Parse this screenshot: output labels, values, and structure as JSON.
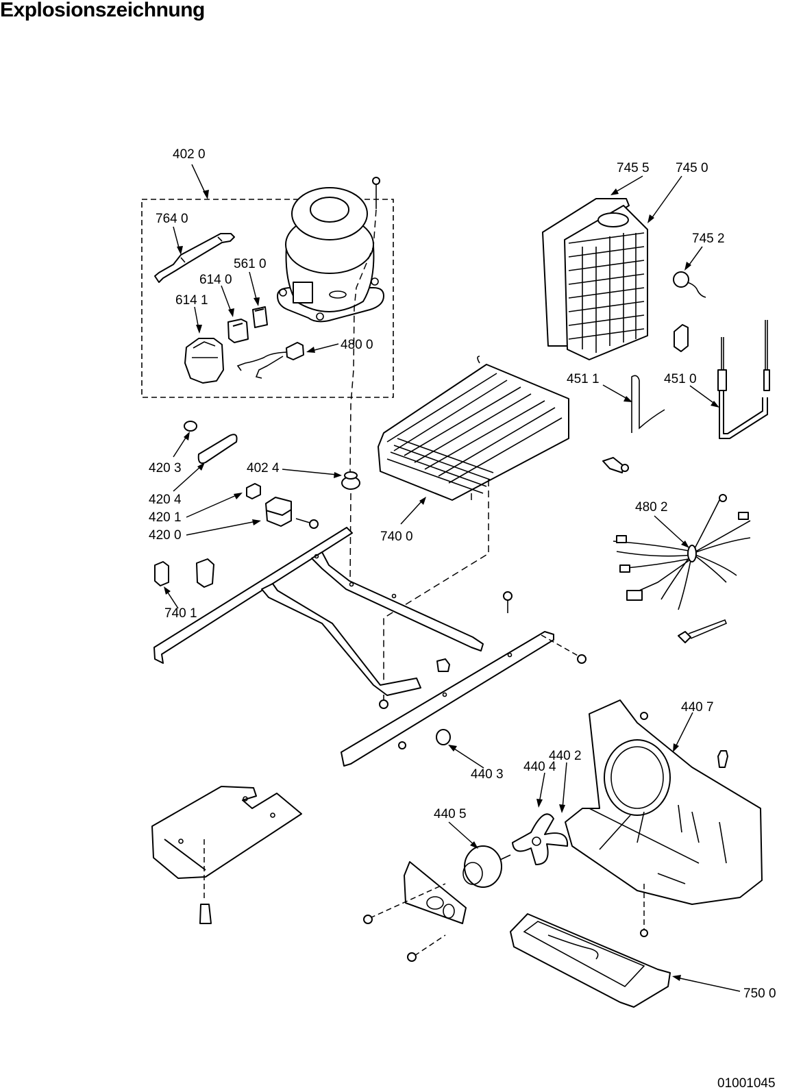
{
  "title": "Explosionszeichnung",
  "document_id": "01001045",
  "callouts": {
    "c4020": "402 0",
    "c7640": "764 0",
    "c5610": "561 0",
    "c6140": "614 0",
    "c6141": "614 1",
    "c4800": "480 0",
    "c7455": "745 5",
    "c7450": "745 0",
    "c7452": "745 2",
    "c4511": "451 1",
    "c4510": "451 0",
    "c4203": "420 3",
    "c4204": "420 4",
    "c4201": "420 1",
    "c4200": "420 0",
    "c4024": "402 4",
    "c7400": "740 0",
    "c4802": "480 2",
    "c7401": "740 1",
    "c4407": "440 7",
    "c4403": "440 3",
    "c4404": "440 4",
    "c4402": "440 2",
    "c4405": "440 5",
    "c7500": "750 0"
  }
}
